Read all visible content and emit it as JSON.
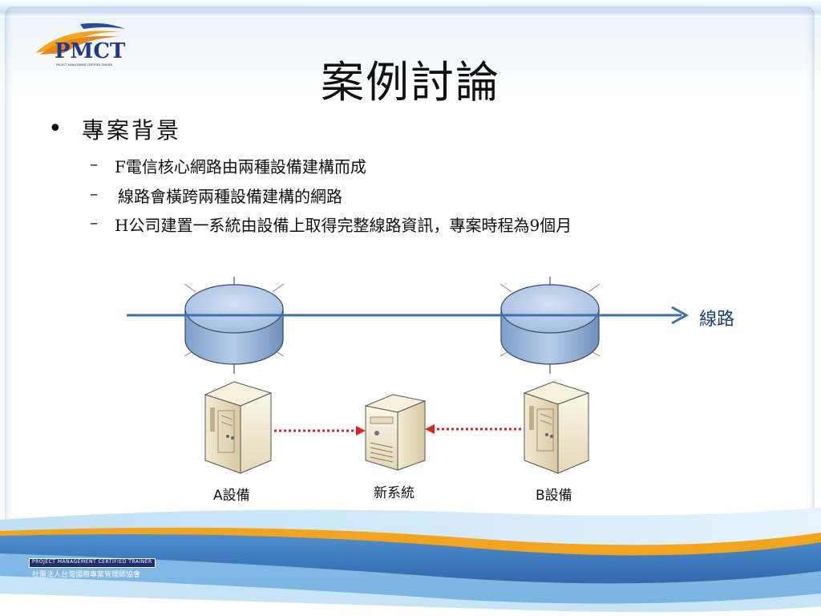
{
  "slide": {
    "title": "案例討論",
    "bullet_main": "專案背景",
    "bullet_symbol": "•",
    "dash_symbol": "–",
    "sub_bullets": [
      "F電信核心網路由兩種設備建構而成",
      "線路會橫跨兩種設備建構的網路",
      "H公司建置一系統由設備上取得完整線路資訊，專案時程為9個月"
    ]
  },
  "diagram": {
    "line_label": "線路",
    "device_a_label": "A設備",
    "new_system_label": "新系統",
    "device_b_label": "B設備"
  },
  "logo": {
    "text": "PMCT",
    "tagline": "PROJECT MANAGEMENT CERTIFIED TRAINER"
  },
  "footer": {
    "trainer_text": "PROJECT MANAGEMENT CERTIFIED TRAINER",
    "association": "社團法人台灣國際專案管理師協會"
  },
  "colors": {
    "line_blue": "#3f6faf",
    "router_fill": "#a9c3e4",
    "arrow_red": "#e02020",
    "footer_blue": "#1e2f73",
    "accent_orange": "#f2a41c"
  }
}
